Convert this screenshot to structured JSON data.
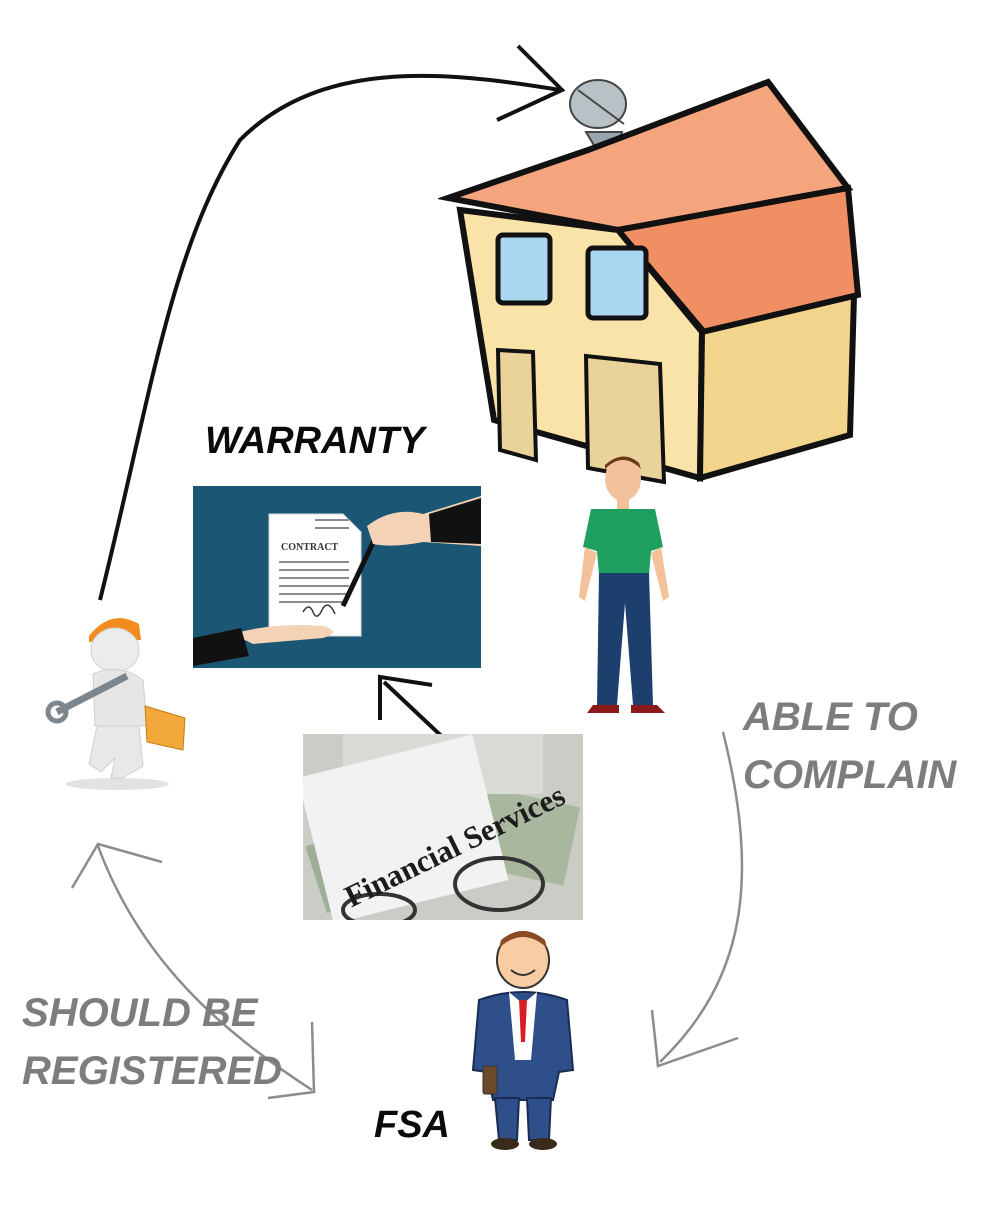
{
  "labels": {
    "warranty": "WARRANTY",
    "able_to_complain": [
      "ABLE TO",
      "COMPLAIN"
    ],
    "should_be_registered": [
      "SHOULD BE",
      "REGISTERED"
    ],
    "fsa": "FSA"
  },
  "images": {
    "contract_title": "CONTRACT",
    "financial_services": "Financial Services"
  },
  "icons": [
    "house-icon",
    "satellite-dish-icon",
    "homeowner-icon",
    "contract-signing-icon",
    "financial-services-icon",
    "contractor-icon",
    "fsa-official-icon"
  ],
  "colors": {
    "label_dark": "#0a0a0a",
    "label_gray": "#7d7d7d",
    "arrow_black": "#111111",
    "arrow_gray": "#8c8c8c",
    "roof": "#f4a57e",
    "wall": "#f9e3a8",
    "window": "#a8d8f0",
    "contract_bg": "#1b5774",
    "shirt_green": "#1fa060",
    "jeans_blue": "#1d3f6e",
    "suit_blue": "#2f4f8a",
    "tie_red": "#d81e25",
    "helmet_orange": "#f28c1c"
  }
}
